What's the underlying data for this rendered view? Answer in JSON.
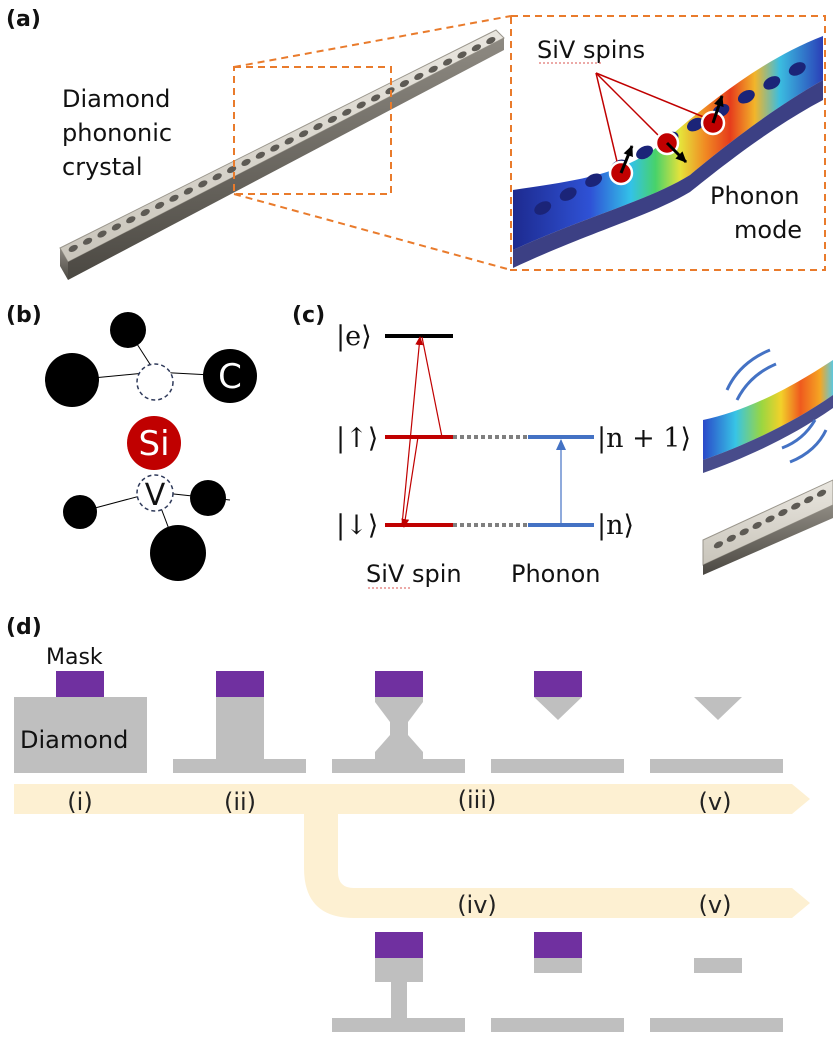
{
  "panels": {
    "a": "(a)",
    "b": "(b)",
    "c": "(c)",
    "d": "(d)"
  },
  "panel_a": {
    "crystal_label": [
      "Diamond",
      "phononic",
      "crystal"
    ],
    "spins_label": "SiV spins",
    "mode_label": [
      "Phonon",
      "mode"
    ]
  },
  "panel_b": {
    "carbon_label": "C",
    "silicon_label": "Si",
    "vacancy_label": "V"
  },
  "panel_c": {
    "excited_state": "|e⟩",
    "spin_up": "|↑⟩",
    "spin_down": "|↓⟩",
    "phonon_n_plus_1": "|n + 1⟩",
    "phonon_n": "|n⟩",
    "siv_spin_label": "SiV spin",
    "phonon_label": "Phonon"
  },
  "panel_d": {
    "mask_label": "Mask",
    "diamond_label": "Diamond",
    "steps_top": [
      "(i)",
      "(ii)",
      "(iii)",
      "(v)"
    ],
    "steps_bottom": [
      "(iv)",
      "(v)"
    ]
  },
  "colors": {
    "mask": "#7030a0",
    "diamond": "#bfbfbf",
    "arrow_band": "#fdf0d2",
    "callout": "#e97b2c",
    "spin_red": "#c00000",
    "phonon_blue": "#4472c4",
    "level_black": "#000000",
    "dotted_gray": "#7f7f7f"
  }
}
